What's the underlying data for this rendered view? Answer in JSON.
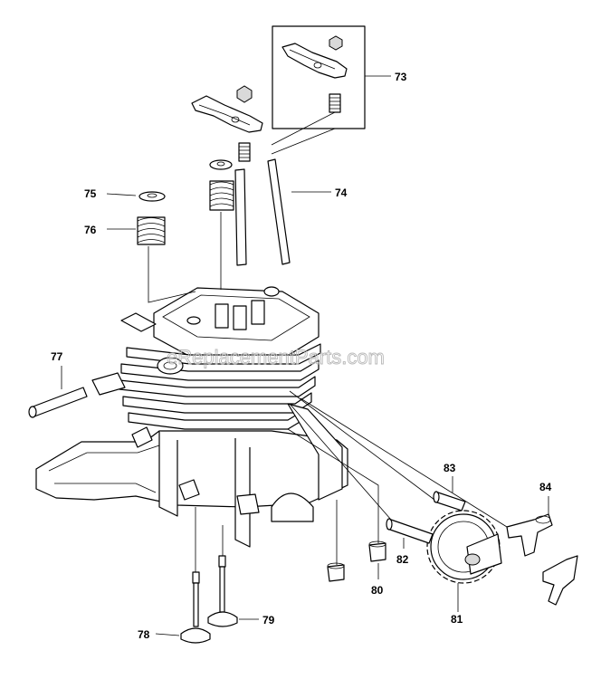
{
  "watermark": "eReplacementParts.com",
  "callouts": [
    {
      "id": "c73",
      "label": "73"
    },
    {
      "id": "c74",
      "label": "74"
    },
    {
      "id": "c75",
      "label": "75"
    },
    {
      "id": "c76",
      "label": "76"
    },
    {
      "id": "c77",
      "label": "77"
    },
    {
      "id": "c78",
      "label": "78"
    },
    {
      "id": "c79",
      "label": "79"
    },
    {
      "id": "c80",
      "label": "80"
    },
    {
      "id": "c81",
      "label": "81"
    },
    {
      "id": "c82",
      "label": "82"
    },
    {
      "id": "c83",
      "label": "83"
    },
    {
      "id": "c84",
      "label": "84"
    }
  ]
}
